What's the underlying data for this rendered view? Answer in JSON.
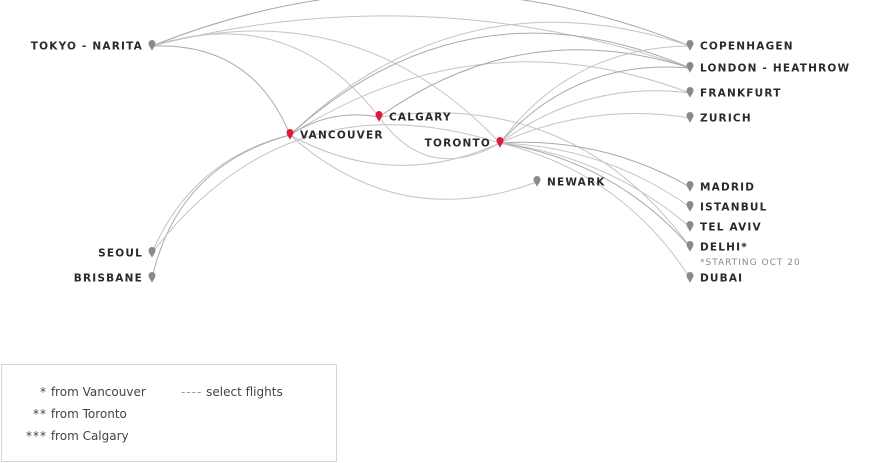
{
  "colors": {
    "hub": "#e31837",
    "destination": "#8a8a8a",
    "route": "#c4c4c4",
    "text": "#2a2a2a"
  },
  "cities": [
    {
      "id": "tokyo",
      "label": "TOKYO - NARITA",
      "type": "destination"
    },
    {
      "id": "vancouver",
      "label": "VANCOUVER",
      "type": "hub"
    },
    {
      "id": "calgary",
      "label": "CALGARY",
      "type": "hub"
    },
    {
      "id": "toronto",
      "label": "TORONTO",
      "type": "hub"
    },
    {
      "id": "newark",
      "label": "NEWARK",
      "type": "destination"
    },
    {
      "id": "seoul",
      "label": "SEOUL",
      "type": "destination"
    },
    {
      "id": "brisbane",
      "label": "BRISBANE",
      "type": "destination"
    },
    {
      "id": "copenhagen",
      "label": "COPENHAGEN",
      "type": "destination"
    },
    {
      "id": "london",
      "label": "LONDON - HEATHROW",
      "type": "destination"
    },
    {
      "id": "frankfurt",
      "label": "FRANKFURT",
      "type": "destination"
    },
    {
      "id": "zurich",
      "label": "ZURICH",
      "type": "destination"
    },
    {
      "id": "madrid",
      "label": "MADRID",
      "type": "destination"
    },
    {
      "id": "istanbul",
      "label": "ISTANBUL",
      "type": "destination"
    },
    {
      "id": "telaviv",
      "label": "TEL AVIV",
      "type": "destination"
    },
    {
      "id": "delhi",
      "label": "DELHI*",
      "type": "destination",
      "note": "*STARTING OCT 20"
    },
    {
      "id": "dubai",
      "label": "DUBAI",
      "type": "destination"
    }
  ],
  "legend": {
    "vancouver": {
      "marker": "*",
      "text": "from Vancouver"
    },
    "toronto": {
      "marker": "**",
      "text": "from Toronto"
    },
    "calgary": {
      "marker": "***",
      "text": "from Calgary"
    },
    "select": {
      "marker": "----",
      "text": "select flights"
    }
  }
}
